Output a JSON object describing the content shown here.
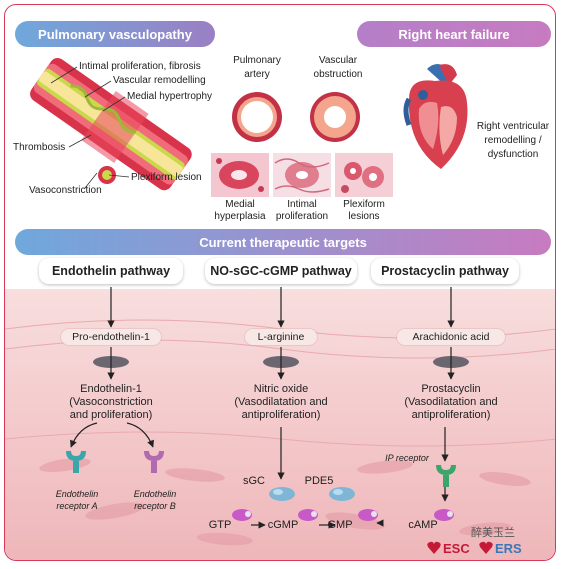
{
  "header_left": "Pulmonary vasculopathy",
  "header_right": "Right heart failure",
  "vasculopathy_labels": {
    "intimal": "Intimal proliferation, fibrosis",
    "vascular_remodelling": "Vascular remodelling",
    "medial_hypertrophy": "Medial hypertrophy",
    "thrombosis": "Thrombosis",
    "vasoconstriction": "Vasoconstriction",
    "plexiform": "Plexiform lesion"
  },
  "artery_labels": {
    "pulmonary_artery_1": "Pulmonary",
    "pulmonary_artery_2": "artery",
    "vascular_obstruction_1": "Vascular",
    "vascular_obstruction_2": "obstruction"
  },
  "histology_labels": {
    "medial_1": "Medial",
    "medial_2": "hyperplasia",
    "intimal_1": "Intimal",
    "intimal_2": "proliferation",
    "plexiform_1": "Plexiform",
    "plexiform_2": "lesions"
  },
  "rv_label": {
    "line1": "Right ventricular",
    "line2": "remodelling /",
    "line3": "dysfunction"
  },
  "targets_title": "Current therapeutic targets",
  "pathways": {
    "endothelin": {
      "title": "Endothelin pathway",
      "precursor": "Pro-endothelin-1",
      "product_1": "Endothelin-1",
      "product_2": "(Vasoconstriction",
      "product_3": "and proliferation)",
      "receptor_a_1": "Endothelin",
      "receptor_a_2": "receptor A",
      "receptor_b_1": "Endothelin",
      "receptor_b_2": "receptor B"
    },
    "no": {
      "title": "NO-sGC-cGMP pathway",
      "precursor": "L-arginine",
      "product_1": "Nitric oxide",
      "product_2": "(Vasodilatation and",
      "product_3": "antiproliferation)",
      "sgc": "sGC",
      "pde5": "PDE5",
      "gtp": "GTP",
      "cgmp": "cGMP",
      "gmp": "GMP"
    },
    "prostacyclin": {
      "title": "Prostacyclin pathway",
      "precursor": "Arachidonic acid",
      "product_1": "Prostacyclin",
      "product_2": "(Vasodilatation and",
      "product_3": "antiproliferation)",
      "ip_receptor": "IP receptor",
      "camp": "cAMP"
    }
  },
  "footer": {
    "esc": "ESC",
    "ers": "ERS",
    "watermark": "醉美玉兰"
  },
  "colors": {
    "frame": "#d9385a",
    "pill_blue": "#6fa8dc",
    "pill_purple": "#c77bc0",
    "tissue": "#f3c7c9"
  }
}
